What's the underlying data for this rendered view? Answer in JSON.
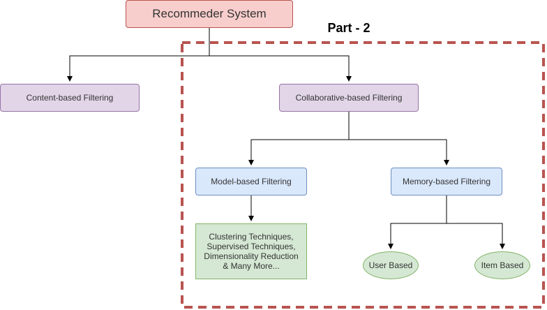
{
  "nodes": {
    "root": "Recommeder System",
    "part_label": "Part - 2",
    "content_based": "Content-based Filtering",
    "collaborative": "Collaborative-based Filtering",
    "model_based": "Model-based Filtering",
    "memory_based": "Memory-based Filtering",
    "model_techniques": [
      "Clustering Techniques,",
      "Supervised Techniques,",
      "Dimensionality Reduction",
      "& Many More..."
    ],
    "user_based": "User Based",
    "item_based": "Item Based"
  },
  "colors": {
    "dashed_border": "#b85450",
    "connector": "#000000"
  }
}
